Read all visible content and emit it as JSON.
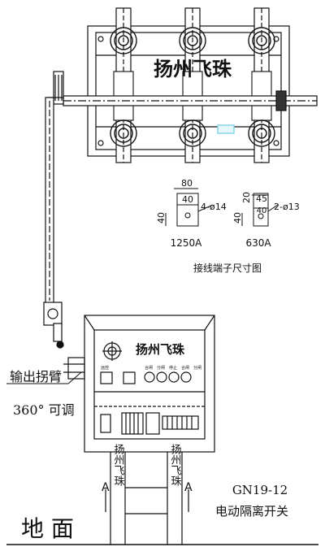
{
  "switch_brand": "扬州飞珠",
  "terminal_labels": {
    "t1250": {
      "width": "80",
      "offset": "40",
      "height": "40",
      "hole": "4-ø14",
      "rating": "1250A"
    },
    "t630": {
      "top": "20",
      "width": "45",
      "offset": "40",
      "height": "40",
      "hole": "2-ø13",
      "rating": "630A"
    },
    "caption": "接线端子尺寸图"
  },
  "cabinet": {
    "brand": "扬州飞珠",
    "indicator_labels": [
      "远控",
      "合闸",
      "分闸",
      "停止",
      "合闸",
      "分闸"
    ]
  },
  "output_arm_label": "输出拐臂",
  "adjust_label": "360° 可调",
  "ground_label": "地  面",
  "post_brand": "扬州飞珠",
  "section_mark": "A",
  "model": "GN19-12",
  "product_name": "电动隔离开关",
  "colors": {
    "line": "#111111",
    "accent": "#7fd3e6"
  }
}
